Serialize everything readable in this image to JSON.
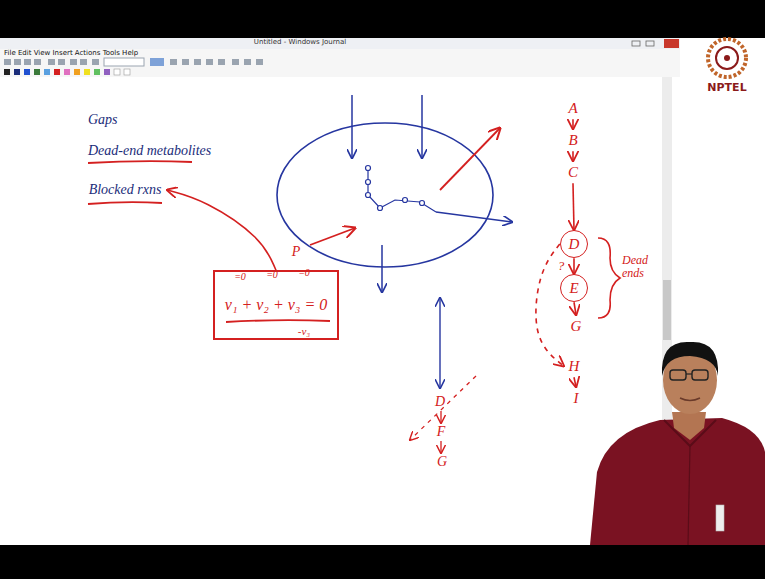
{
  "diagram": {
    "nodes": [
      {
        "text": [
          "Blocked rxns"
        ]
      },
      {
        "text": [
          "v₁ + v₂ + v₃ = 0"
        ]
      },
      {
        "text": [
          "A"
        ]
      },
      {
        "text": [
          "B"
        ]
      },
      {
        "text": [
          "C"
        ]
      },
      {
        "text": [
          "D"
        ]
      },
      {
        "text": [
          "E"
        ]
      },
      {
        "text": [
          "G"
        ]
      },
      {
        "text": [
          "H"
        ]
      },
      {
        "text": [
          "I"
        ]
      }
    ],
    "edges": [
      {
        "from": 1,
        "to": 0,
        "arrow": "to"
      },
      {
        "from": 2,
        "to": 3,
        "arrow": "to"
      },
      {
        "from": 3,
        "to": 4,
        "arrow": "to"
      },
      {
        "from": 4,
        "to": 5,
        "arrow": "to"
      },
      {
        "from": 5,
        "to": 6,
        "arrow": "to",
        "label": "?"
      },
      {
        "from": 6,
        "to": 7,
        "arrow": "to"
      },
      {
        "from": 5,
        "to": 8,
        "arrow": "to"
      },
      {
        "from": 8,
        "to": 9,
        "arrow": "to"
      }
    ],
    "labels": [
      "Untitled - Windows Journal",
      "File Edit View Insert Actions Tools Help",
      "Gaps",
      "Dead-end metabolites",
      "=0",
      "=0",
      "=0",
      "-v₃",
      "P",
      "Dead ends",
      "D",
      "F",
      "G",
      "NPTEL"
    ]
  }
}
